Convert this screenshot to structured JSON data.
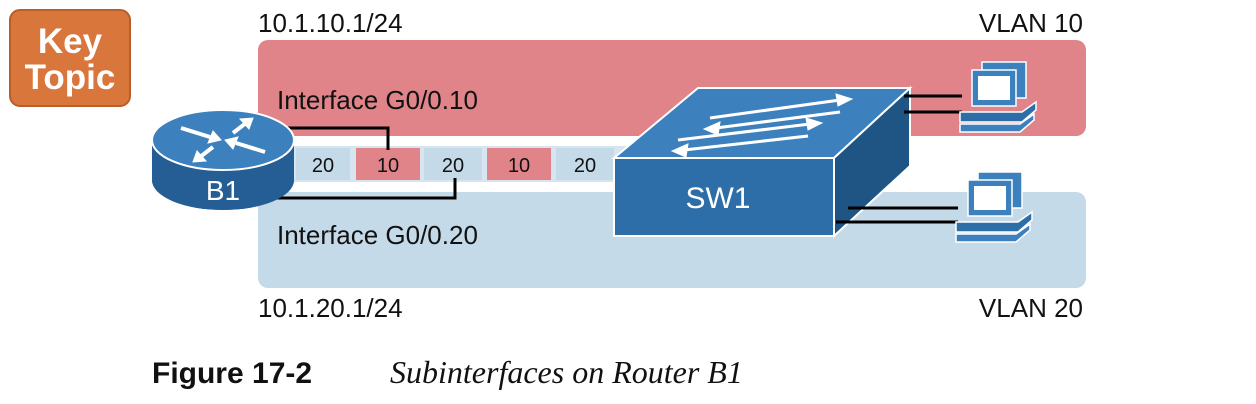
{
  "badge": {
    "line1": "Key",
    "line2": "Topic"
  },
  "subnets": {
    "vlan10_ip": "10.1.10.1/24",
    "vlan20_ip": "10.1.20.1/24",
    "vlan10_name": "VLAN 10",
    "vlan20_name": "VLAN 20"
  },
  "interfaces": {
    "g0_10": "Interface G0/0.10",
    "g0_20": "Interface G0/0.20"
  },
  "trunk_frames": [
    "20",
    "10",
    "20",
    "10",
    "20"
  ],
  "devices": {
    "router": "B1",
    "switch": "SW1"
  },
  "caption": {
    "number": "Figure 17-2",
    "title": "Subinterfaces on Router B1"
  },
  "colors": {
    "vlan10": "#E0848A",
    "vlan20": "#C5DAE9",
    "trunk_light": "#D6E5F0",
    "device_blue": "#2E6EA8",
    "badge": "#D9763C"
  }
}
